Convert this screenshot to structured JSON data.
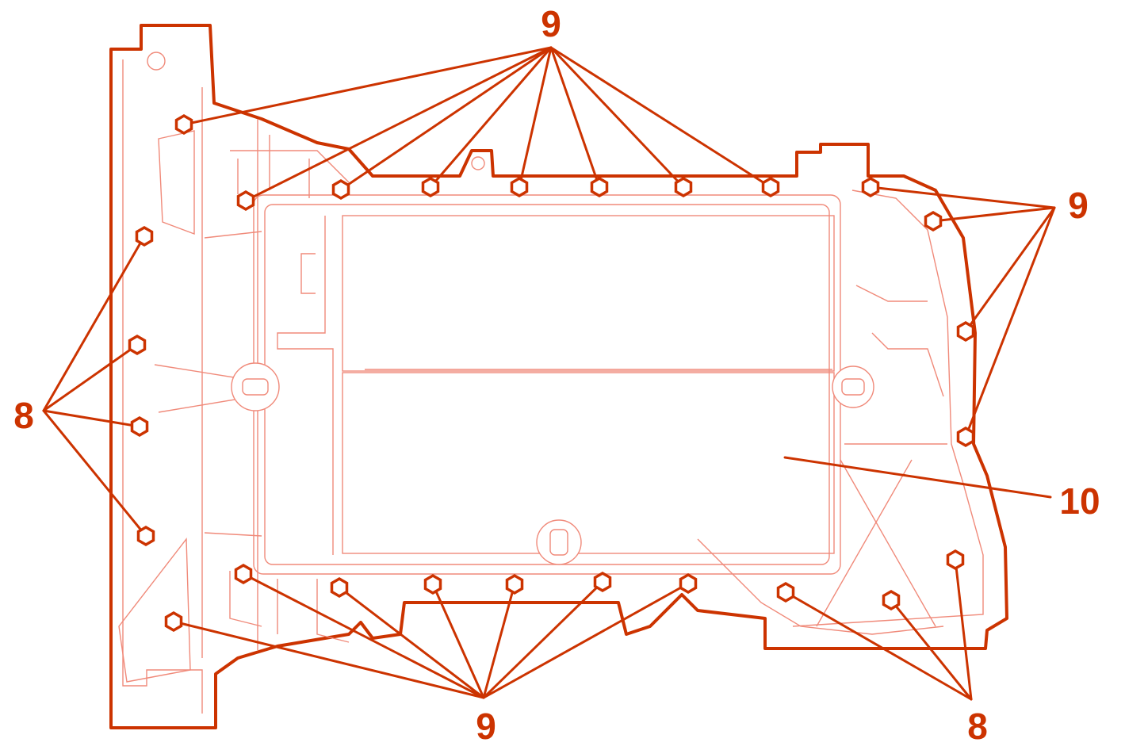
{
  "colors": {
    "main": "#cc3300",
    "light": "#f08a7a",
    "background": "#ffffff"
  },
  "callouts": {
    "top": "9",
    "right": "9",
    "bottom": "9",
    "left": "8",
    "bottom_right": "8",
    "pan": "10"
  }
}
